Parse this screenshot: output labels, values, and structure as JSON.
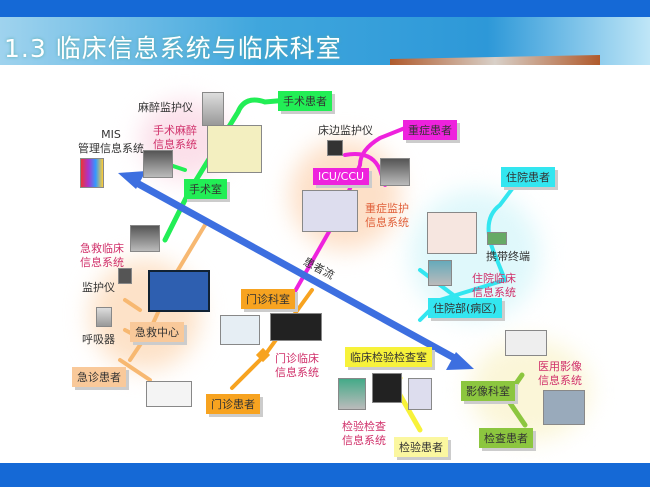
{
  "title": "1.3  临床信息系统与临床科室",
  "flow_label": "患者流",
  "mis": {
    "line1": "MIS",
    "line2": "管理信息系统"
  },
  "surgery": {
    "patient": "手术患者",
    "room": "手术室",
    "device": "麻醉监护仪",
    "system": [
      "手术麻醉",
      "信息系统"
    ]
  },
  "icu": {
    "patient": "重症患者",
    "room": "ICU/CCU",
    "device": "床边监护仪",
    "system": [
      "重症监护",
      "信息系统"
    ]
  },
  "inpatient": {
    "patient": "住院患者",
    "room": "住院部(病区)",
    "device": "携带终端",
    "system": [
      "住院临床",
      "信息系统"
    ]
  },
  "emergency": {
    "patient": "急诊患者",
    "room": "急救中心",
    "devices": [
      "监护仪",
      "呼吸器"
    ],
    "system": [
      "急救临床",
      "信息系统"
    ]
  },
  "outpatient": {
    "patient": "门诊患者",
    "room": "门诊科室",
    "system": [
      "门诊临床",
      "信息系统"
    ]
  },
  "lab": {
    "patient": "检验患者",
    "room": "临床检验检查室",
    "system": [
      "检验检查",
      "信息系统"
    ]
  },
  "imaging": {
    "patient": "检查患者",
    "room": "影像科室",
    "system": [
      "医用影像",
      "信息系统"
    ]
  },
  "colors": {
    "surgery": "#22ee55",
    "icu": "#ee22dd",
    "inpatient": "#33e6f0",
    "emergency": "#f9c99a",
    "outpatient": "#f7a320",
    "lab": "#f7f23a",
    "imaging": "#8cc63f",
    "flow": "#3d6fe0"
  }
}
